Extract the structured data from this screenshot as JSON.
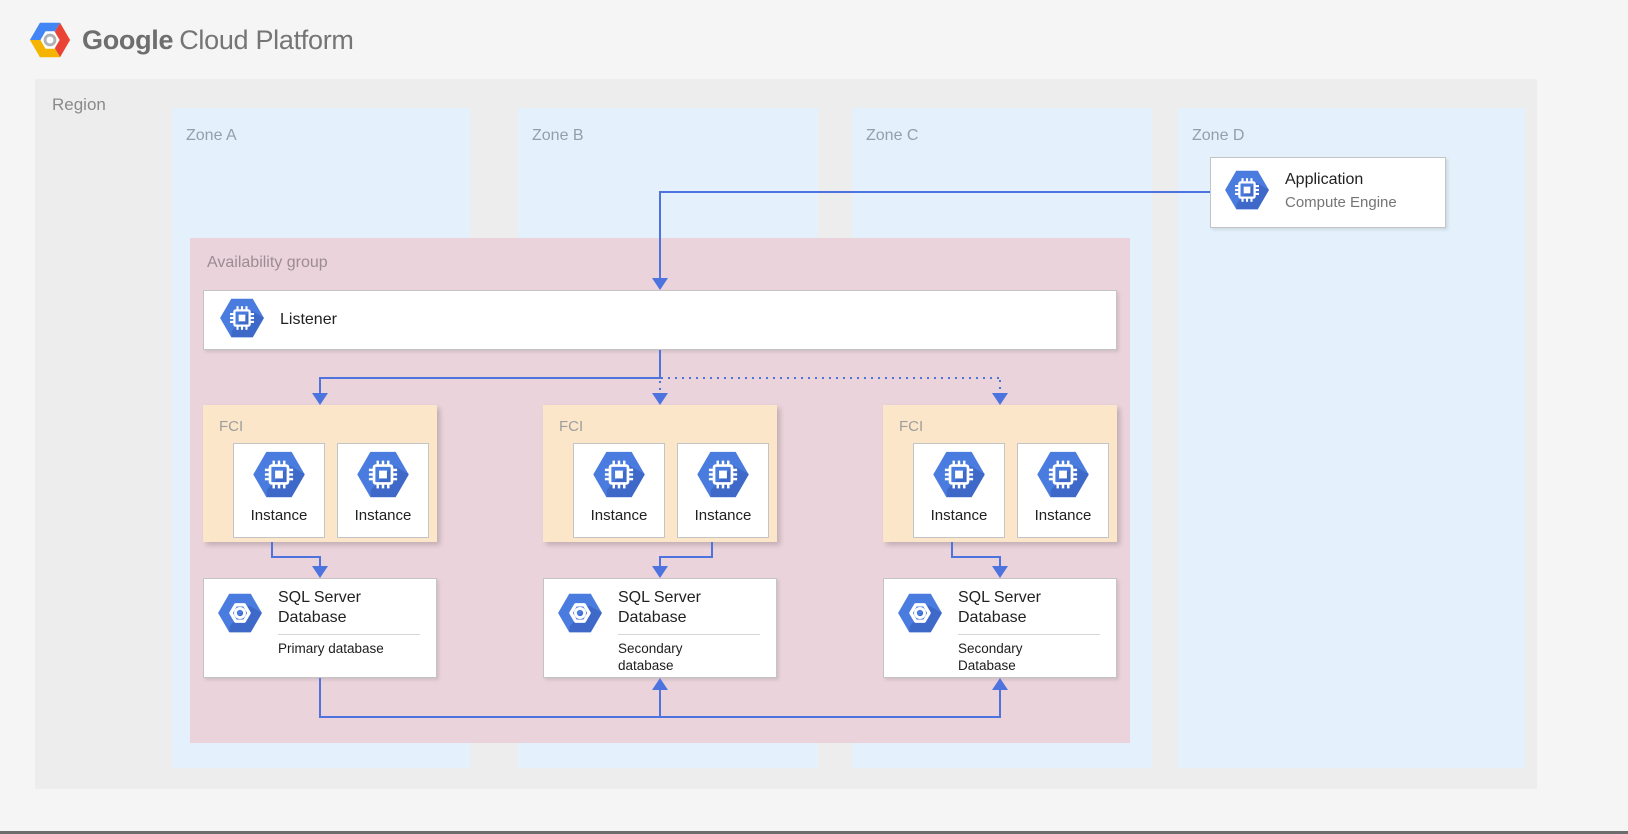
{
  "brand": {
    "word1": "Google",
    "word2": "Cloud Platform"
  },
  "region": {
    "label": "Region"
  },
  "zones": [
    {
      "label": "Zone A"
    },
    {
      "label": "Zone B"
    },
    {
      "label": "Zone C"
    },
    {
      "label": "Zone D"
    }
  ],
  "application": {
    "title": "Application",
    "subtitle": "Compute Engine"
  },
  "availability_group": {
    "label": "Availability group"
  },
  "listener": {
    "label": "Listener"
  },
  "fci_groups": [
    {
      "label": "FCI",
      "instances": [
        "Instance",
        "Instance"
      ]
    },
    {
      "label": "FCI",
      "instances": [
        "Instance",
        "Instance"
      ]
    },
    {
      "label": "FCI",
      "instances": [
        "Instance",
        "Instance"
      ]
    }
  ],
  "databases": [
    {
      "title_lines": [
        "SQL Server",
        "Database"
      ],
      "subtitle_lines": [
        "Primary database"
      ]
    },
    {
      "title_lines": [
        "SQL Server",
        "Database"
      ],
      "subtitle_lines": [
        "Secondary",
        "database"
      ]
    },
    {
      "title_lines": [
        "SQL Server",
        "Database"
      ],
      "subtitle_lines": [
        "Secondary",
        "Database"
      ]
    }
  ],
  "icons": {
    "logo": "gcp-logo-hexagon",
    "compute": "compute-engine-hexagon-chip",
    "database": "gcp-hexagon-mark"
  },
  "colors": {
    "arrow": "#4d73de",
    "hexagon_blue": "#4a7ce0",
    "hexagon_shadow": "#3e69c8",
    "zone_bg": "#e4f1fc",
    "region_bg": "#ededed",
    "group_bg": "#ebd3db",
    "fci_bg": "#fbe6c9",
    "logo_blue": "#4285f4",
    "logo_red": "#ea4335",
    "logo_yellow": "#f4b400"
  }
}
